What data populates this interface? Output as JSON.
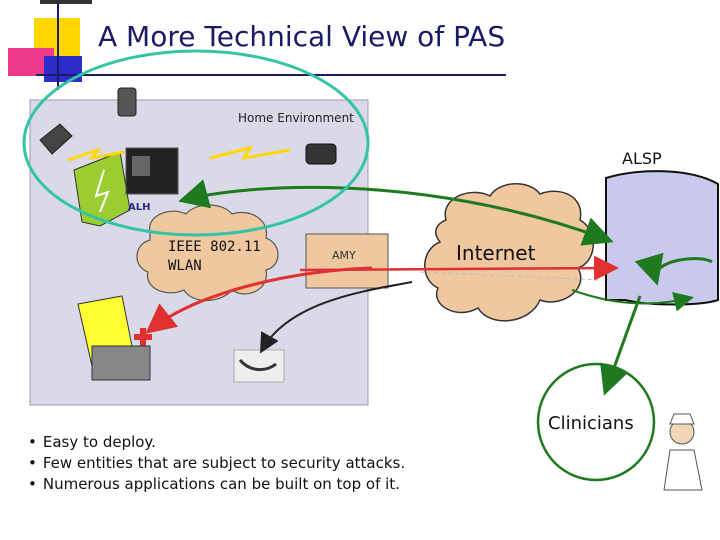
{
  "title": "A More Technical View of PAS",
  "diagram": {
    "home_environment_label": "Home Environment",
    "alsp_label": "ALSP",
    "alh_label": "ALH",
    "wlan_label_line1": "IEEE 802.11",
    "wlan_label_line2": "WLAN",
    "amy_label": "AMY",
    "internet_label": "Internet",
    "clinicians_label": "Clinicians"
  },
  "bullets": [
    "Easy to deploy.",
    "Few entities that are subject to security attacks.",
    "Numerous applications can be built on top of it."
  ],
  "colors": {
    "title": "#1a1a66",
    "home_box": "#d9d9e8",
    "cloud": "#efc8a0",
    "teal_ellipse": "#35c3a6",
    "green_link": "#1f7a1f",
    "red_link": "#e03030",
    "alsp_fill": "#c9c9ee"
  }
}
